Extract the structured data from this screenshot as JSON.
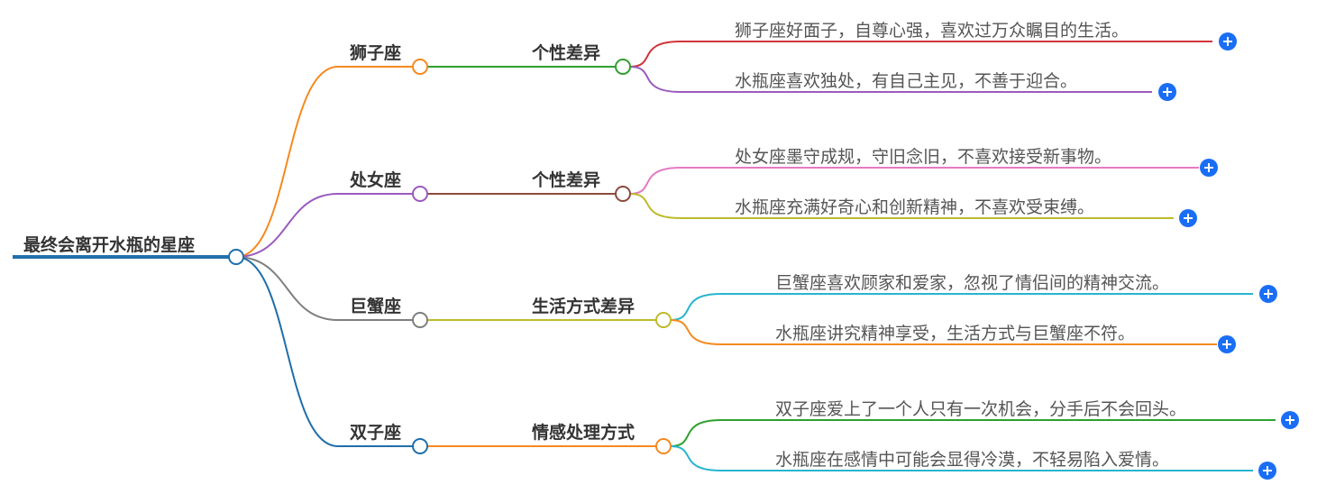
{
  "root": {
    "label": "最终会离开水瓶的星座"
  },
  "branches": [
    {
      "label": "狮子座",
      "color": "#f5891f",
      "topic": {
        "label": "个性差异",
        "color": "#2ea02e"
      },
      "children": [
        {
          "label": "狮子座好面子，自尊心强，喜欢过万众瞩目的生活。",
          "color": "#d0343a"
        },
        {
          "label": "水瓶座喜欢独处，有自己主见，不善于迎合。",
          "color": "#9a5bbd"
        }
      ]
    },
    {
      "label": "处女座",
      "color": "#9a5bbd",
      "topic": {
        "label": "个性差异",
        "color": "#8c4a3e"
      },
      "children": [
        {
          "label": "处女座墨守成规，守旧念旧，不喜欢接受新事物。",
          "color": "#e57ac4"
        },
        {
          "label": "水瓶座充满好奇心和创新精神，不喜欢受束缚。",
          "color": "#bdbb2a"
        }
      ]
    },
    {
      "label": "巨蟹座",
      "color": "#7f7f7f",
      "topic": {
        "label": "生活方式差异",
        "color": "#bdbb2a"
      },
      "children": [
        {
          "label": "巨蟹座喜欢顾家和爱家，忽视了情侣间的精神交流。",
          "color": "#26b5cf"
        },
        {
          "label": "水瓶座讲究精神享受，生活方式与巨蟹座不符。",
          "color": "#f5891f"
        }
      ]
    },
    {
      "label": "双子座",
      "color": "#1f6fab",
      "topic": {
        "label": "情感处理方式",
        "color": "#f5891f"
      },
      "children": [
        {
          "label": "双子座爱上了一个人只有一次机会，分手后不会回头。",
          "color": "#2ea02e"
        },
        {
          "label": "水瓶座在感情中可能会显得冷漠，不轻易陷入爱情。",
          "color": "#26b5cf"
        }
      ]
    }
  ],
  "colors": {
    "root": "#1f6fab",
    "expand_button": "#1a6ef5"
  },
  "icons": {
    "expand": "plus-icon"
  }
}
